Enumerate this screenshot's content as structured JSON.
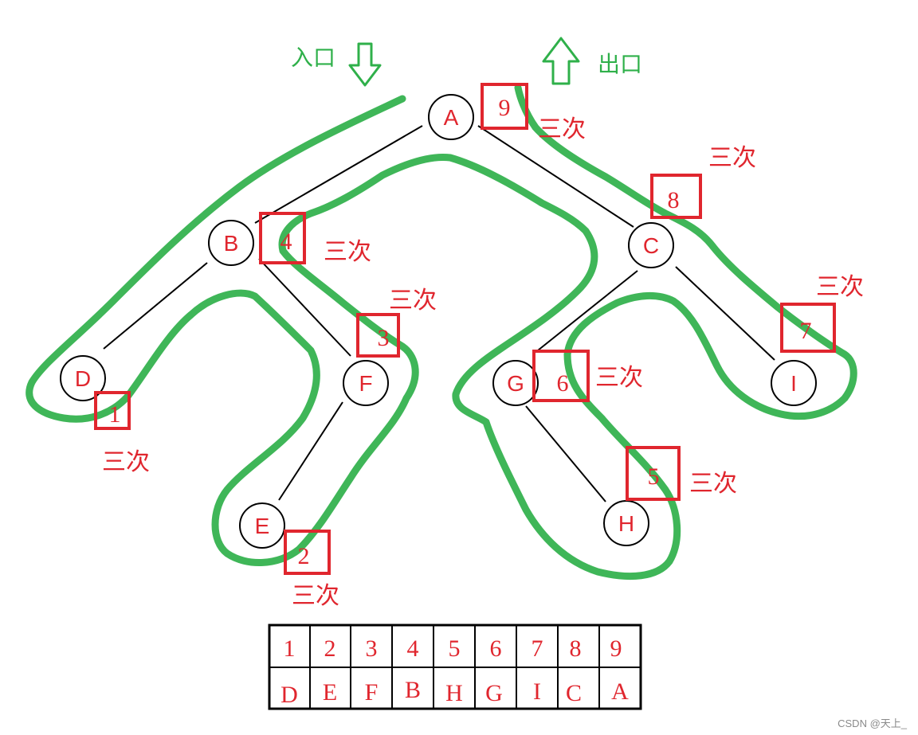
{
  "io": {
    "entry": "入口",
    "exit": "出口"
  },
  "nodes": {
    "A": "A",
    "B": "B",
    "C": "C",
    "D": "D",
    "E": "E",
    "F": "F",
    "G": "G",
    "H": "H",
    "I": "I"
  },
  "steps": {
    "s1": "1",
    "s2": "2",
    "s3": "3",
    "s4": "4",
    "s5": "5",
    "s6": "6",
    "s7": "7",
    "s8": "8",
    "s9": "9"
  },
  "times_label": "三次",
  "table": {
    "order": [
      "1",
      "2",
      "3",
      "4",
      "5",
      "6",
      "7",
      "8",
      "9"
    ],
    "nodes": [
      "D",
      "E",
      "F",
      "B",
      "H",
      "G",
      "I",
      "C",
      "A"
    ]
  },
  "watermark": "CSDN @天上_",
  "colors": {
    "path": "#2fb04a",
    "box": "#e0262e",
    "text": "#e0262e",
    "line": "#000000"
  }
}
